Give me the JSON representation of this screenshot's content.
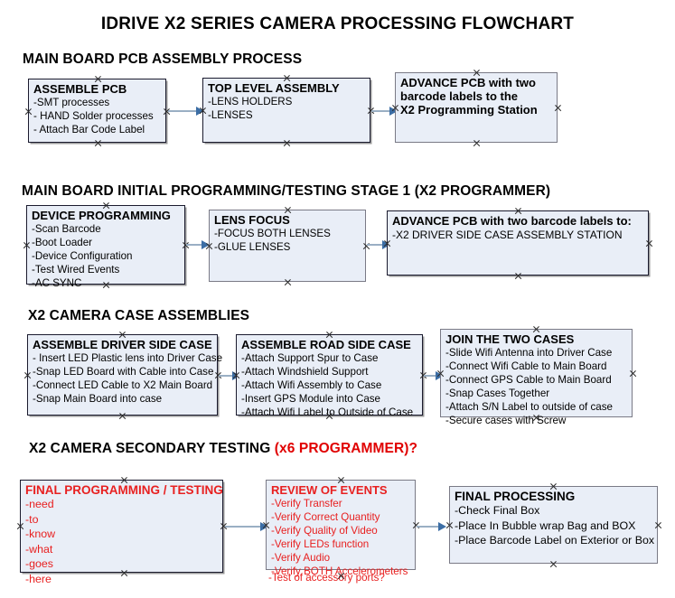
{
  "document": {
    "title": "IDRIVE X2  SERIES CAMERA PROCESSING FLOWCHART"
  },
  "sections": [
    {
      "heading": "MAIN BOARD PCB ASSEMBLY PROCESS",
      "heading_accent": "",
      "nodes": [
        {
          "title": "ASSEMBLE PCB",
          "lines": [
            "-SMT processes",
            "- HAND Solder processes",
            "- Attach Bar Code Label"
          ]
        },
        {
          "title": "TOP LEVEL ASSEMBLY",
          "lines": [
            "-LENS HOLDERS",
            "-LENSES"
          ]
        },
        {
          "title": "ADVANCE PCB with two",
          "lines": [
            "barcode labels to the",
            " X2 Programming Station"
          ]
        }
      ]
    },
    {
      "heading": "MAIN BOARD INITIAL PROGRAMMING/TESTING STAGE 1 (X2 PROGRAMMER)",
      "heading_accent": "",
      "nodes": [
        {
          "title": "DEVICE PROGRAMMING",
          "lines": [
            "-Scan Barcode",
            "-Boot Loader",
            "-Device Configuration",
            "-Test Wired Events",
            "-AC SYNC"
          ]
        },
        {
          "title": "LENS FOCUS",
          "lines": [
            "-FOCUS BOTH LENSES",
            "-GLUE LENSES"
          ]
        },
        {
          "title": "ADVANCE PCB with two barcode labels to:",
          "lines": [
            "-X2 DRIVER  SIDE  CASE  ASSEMBLY STATION"
          ]
        }
      ]
    },
    {
      "heading": "X2 CAMERA CASE ASSEMBLIES",
      "heading_accent": "",
      "nodes": [
        {
          "title": "ASSEMBLE DRIVER SIDE CASE",
          "lines": [
            "- Insert LED Plastic lens into Driver Case",
            "-Snap LED Board with Cable into Case",
            "-Connect LED Cable to X2 Main Board",
            "-Snap Main Board into case"
          ]
        },
        {
          "title": "ASSEMBLE ROAD SIDE CASE",
          "lines": [
            "-Attach Support Spur to Case",
            "-Attach Windshield Support",
            "-Attach Wifi Assembly to Case",
            "-Insert GPS Module into Case",
            "-Attach Wifi Label to Outside of Case"
          ]
        },
        {
          "title": "JOIN THE TWO CASES",
          "lines": [
            "-Slide Wifi Antenna into Driver Case",
            "-Connect Wifi Cable to Main Board",
            "-Connect GPS Cable to Main Board",
            "-Snap Cases Together",
            "-Attach S/N Label to outside of case",
            "-Secure cases with Screw"
          ]
        }
      ]
    },
    {
      "heading": "X2 CAMERA SECONDARY TESTING ",
      "heading_accent": "(x6 PROGRAMMER)?",
      "nodes": [
        {
          "title": "FINAL PROGRAMMING / TESTING",
          "lines": [
            "-need",
            "-to",
            "-know",
            "-what",
            "-goes",
            "-here"
          ]
        },
        {
          "title": "REVIEW OF EVENTS",
          "lines": [
            "-Verify Transfer",
            "-Verify Correct Quantity",
            "-Verify Quality of Video",
            "-Verify LEDs function",
            "-Verify Audio",
            "-Verify BOTH Accelerometers"
          ],
          "overflow_line": "-Test of accessory ports?"
        },
        {
          "title": "FINAL PROCESSING",
          "lines": [
            " -Check Final Box",
            "-Place In Bubble wrap Bag and BOX",
            "-Place Barcode Label on Exterior or Box"
          ]
        }
      ]
    }
  ],
  "colors": {
    "node_fill": "#e9eef7",
    "node_border_dark": "#1b1b2e",
    "node_border_gray": "#7a7a86",
    "accent_red": "#e82020",
    "arrow_shaft": "#9aafc4",
    "arrow_head": "#3c6ea5"
  }
}
